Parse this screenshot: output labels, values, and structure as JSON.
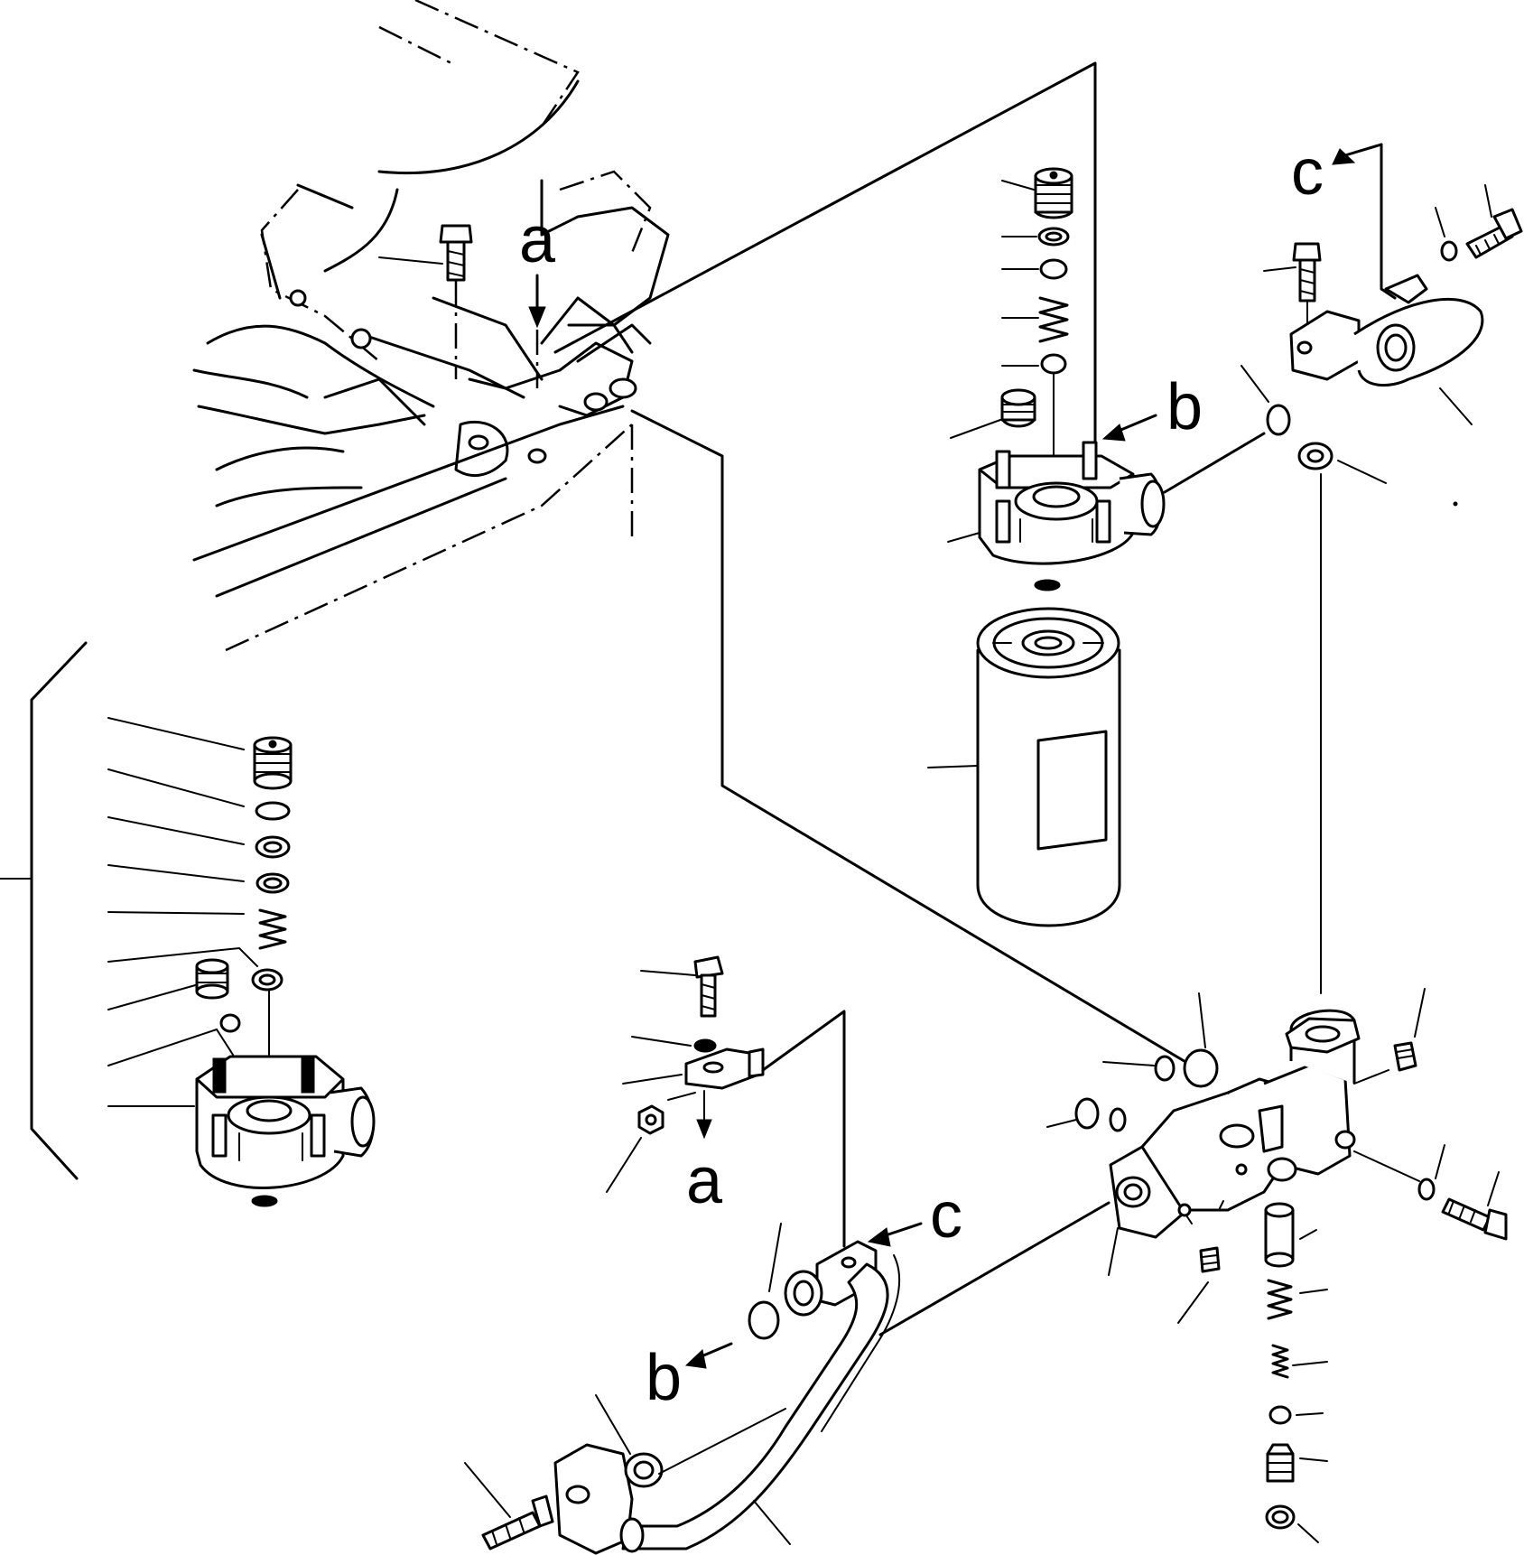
{
  "callouts": {
    "a_top": "a",
    "a_bottom": "a",
    "b_top": "b",
    "b_bottom": "b",
    "c_top": "c",
    "c_bottom": "c"
  }
}
